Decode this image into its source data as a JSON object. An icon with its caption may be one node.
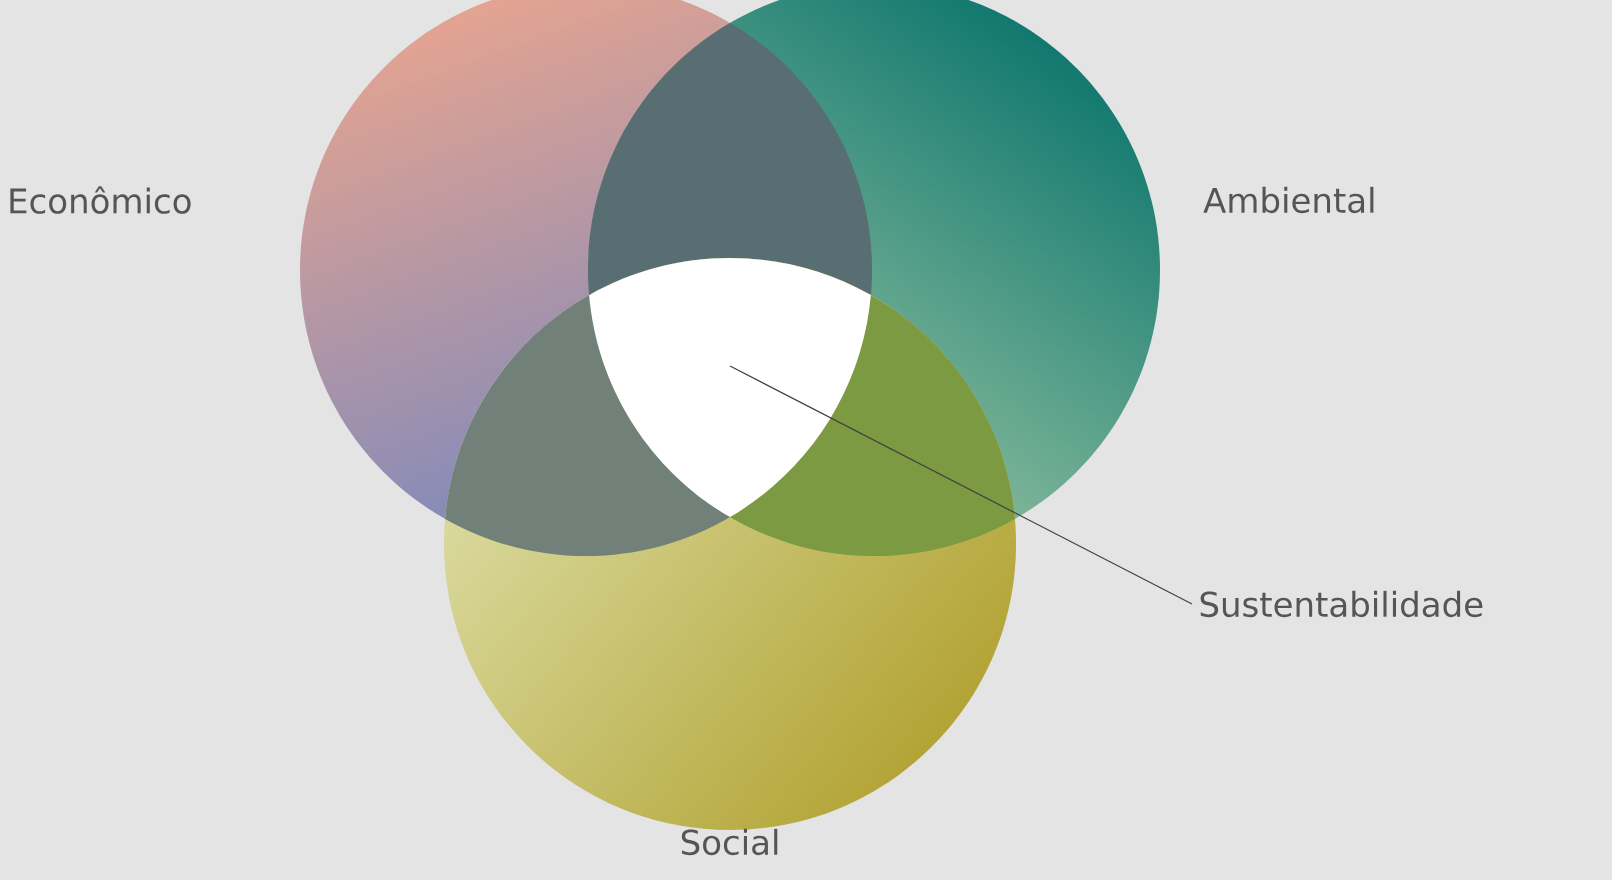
{
  "diagram": {
    "nodes": [
      {
        "text": [
          "Econômico"
        ]
      },
      {
        "text": [
          "Ambiental"
        ]
      },
      {
        "text": [
          "Social"
        ]
      },
      {
        "text": [],
        "shape": "triangle"
      },
      {
        "text": [
          "Sustentabilidade"
        ]
      }
    ],
    "edges": [
      {
        "from": 4,
        "to": 3,
        "arrow": "none"
      }
    ]
  }
}
